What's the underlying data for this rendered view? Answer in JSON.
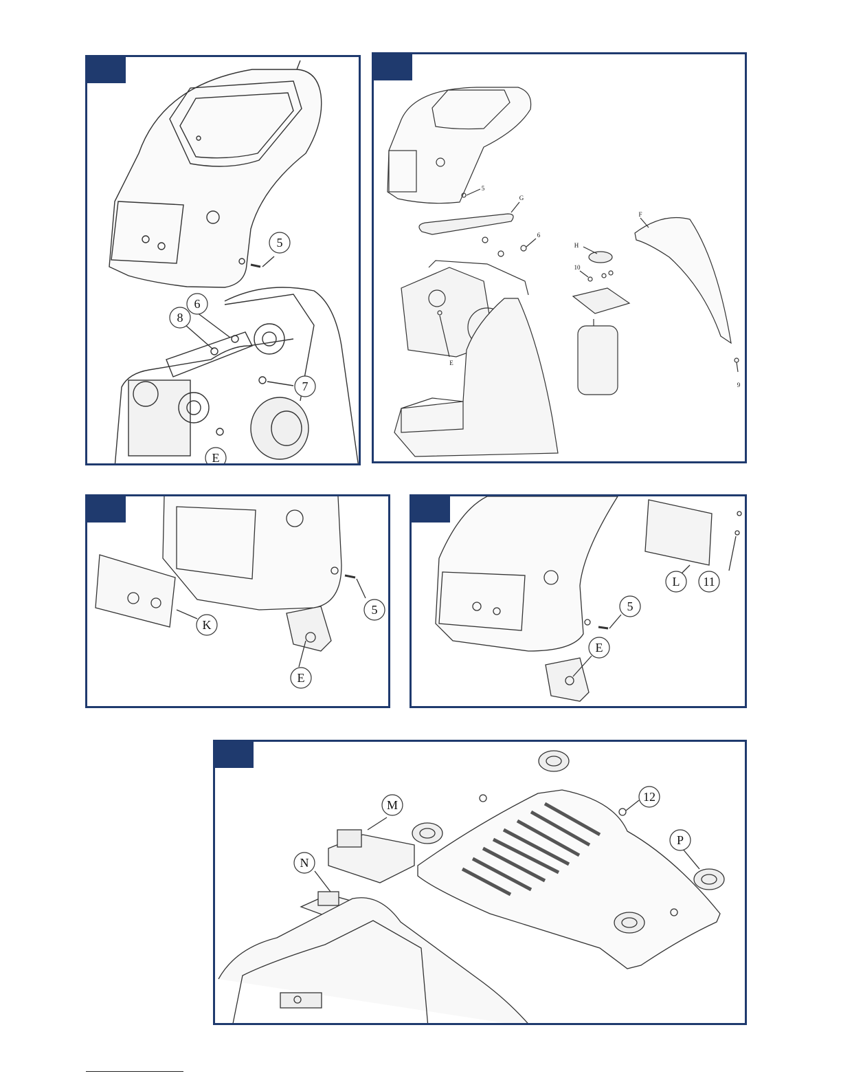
{
  "colors": {
    "frame": "#1f3a6e",
    "line": "#333333",
    "fill": "#f7f7f7"
  },
  "panels": {
    "p1": {
      "callouts": {
        "c5": "5",
        "c6": "6",
        "c7": "7",
        "c8": "8",
        "cE": "E"
      }
    },
    "p2": {
      "labels": {
        "l5": "5",
        "lG": "G",
        "l6": "6",
        "lF": "F",
        "lH": "H",
        "l10": "10",
        "lE": "E",
        "l9": "9"
      }
    },
    "p3": {
      "callouts": {
        "c5": "5",
        "cK": "K",
        "cE": "E"
      }
    },
    "p4": {
      "callouts": {
        "cL": "L",
        "c11": "11",
        "c5": "5",
        "cE": "E"
      }
    },
    "p5": {
      "callouts": {
        "cM": "M",
        "c12": "12",
        "cP": "P",
        "cN": "N"
      }
    }
  }
}
